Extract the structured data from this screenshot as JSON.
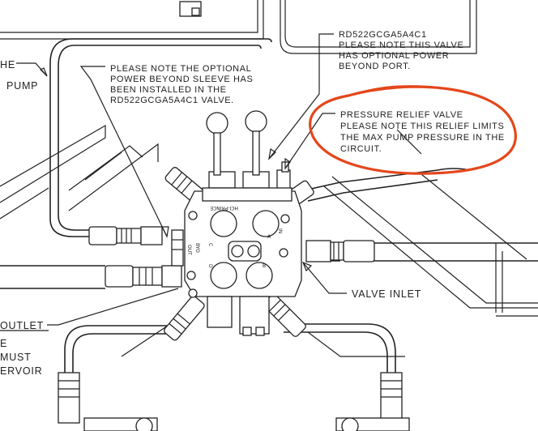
{
  "diagram": {
    "notes": {
      "power_beyond_sleeve": [
        "PLEASE NOTE THE OPTIONAL",
        "POWER BEYOND SLEEVE HAS",
        "BEEN INSTALLED IN THE",
        "RD522GCGA5A4C1  VALVE."
      ],
      "valve_model": [
        "RD522GCGA5A4C1",
        "PLEASE NOTE THIS VALVE",
        "HAS OPTIONAL POWER",
        "BEYOND PORT."
      ],
      "pressure_relief": [
        "PRESSURE RELIEF VALVE",
        "PLEASE NOTE THIS RELIEF LIMITS",
        "THE MAX PUMP PRESSURE IN THE",
        "CIRCUIT."
      ]
    },
    "labels": {
      "pump_top": "HE",
      "pump": "PUMP",
      "valve_inlet": "VALVE  INLET",
      "outlet": "OUTLET",
      "left_e": "E",
      "must": "MUST",
      "reservoir": "ERVOIR"
    },
    "valve_markings": {
      "brand": "HCI-PRINCE",
      "port_byo": "BYO",
      "port_out": "OUT",
      "port_in": "IN",
      "port_a": "A",
      "port_b": "B",
      "port_c": "C",
      "port_d": "D"
    },
    "colors": {
      "line": "#222222",
      "highlight": "#e4471b"
    }
  }
}
